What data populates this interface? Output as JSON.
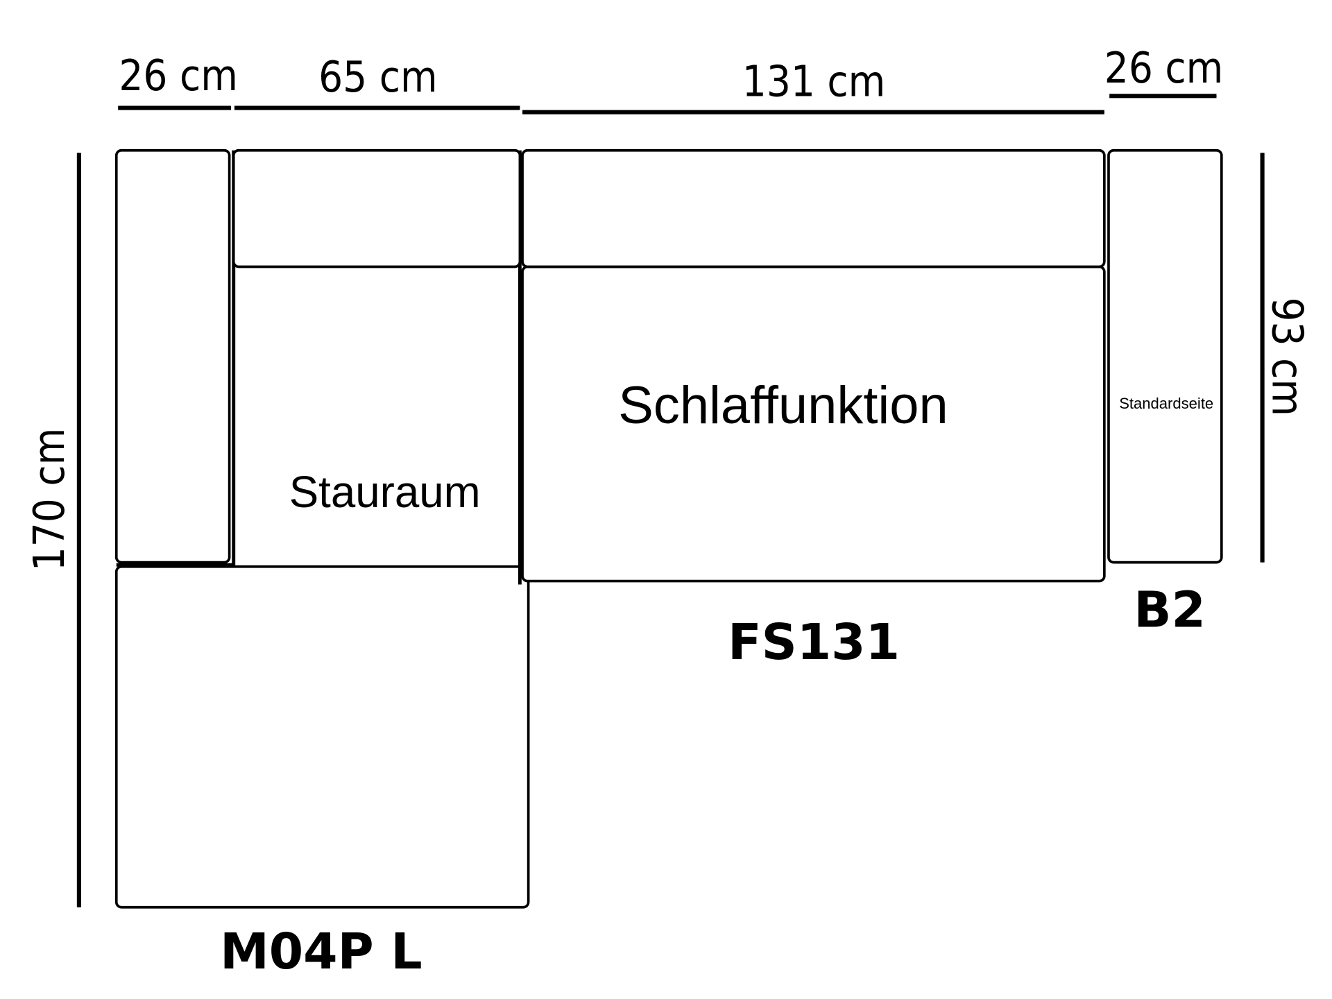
{
  "dimensions": {
    "top_left_armrest": "26 cm",
    "top_corner": "65 cm",
    "top_sofa": "131 cm",
    "top_right_armrest": "26 cm",
    "left_depth": "170 cm",
    "right_depth": "93 cm"
  },
  "labels": {
    "storage": "Stauraum",
    "sleep_function": "Schlaffunktion",
    "standard_side": "Standardseite"
  },
  "modules": {
    "corner": "M04P L",
    "sofa": "FS131",
    "armrest": "B2"
  },
  "colors": {
    "line": "#000000",
    "background": "#ffffff"
  }
}
